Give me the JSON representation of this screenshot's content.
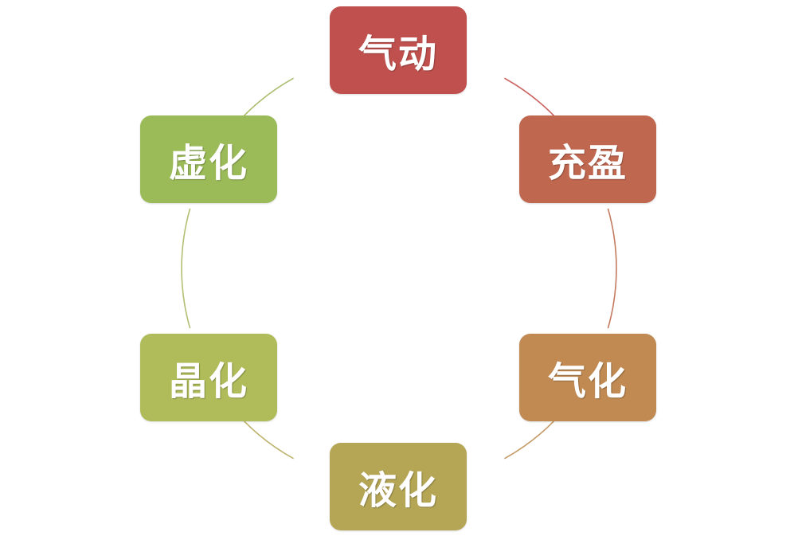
{
  "diagram": {
    "type": "cycle",
    "nodes": [
      {
        "label": "气动",
        "color": "#C0504D"
      },
      {
        "label": "充盈",
        "color": "#C0674F"
      },
      {
        "label": "气化",
        "color": "#C08A52"
      },
      {
        "label": "液化",
        "color": "#B5A656"
      },
      {
        "label": "晶化",
        "color": "#B0BC5A"
      },
      {
        "label": "虚化",
        "color": "#9BBB59"
      }
    ],
    "arcs": [
      {
        "color": "#C9625F"
      },
      {
        "color": "#C47A5E"
      },
      {
        "color": "#C49A66"
      },
      {
        "color": "#BDB26A"
      },
      {
        "color": "#B2BF72"
      },
      {
        "color": "#ABBD6E"
      }
    ]
  }
}
